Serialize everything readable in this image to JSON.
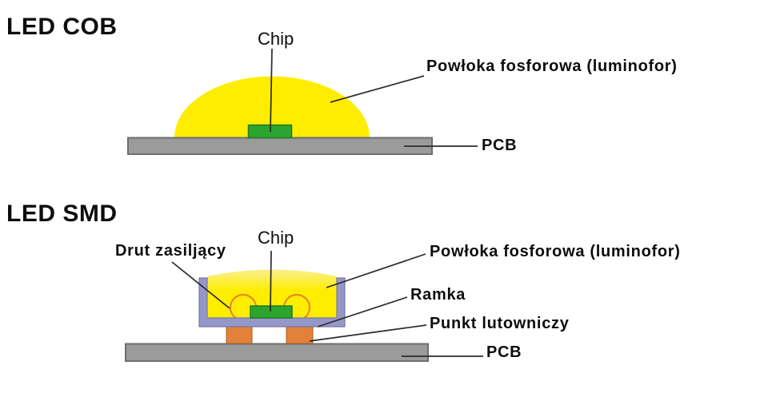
{
  "colors": {
    "yellow": "#FFED00",
    "phosphor_top": "#F8F0B6",
    "green": "#2CA52F",
    "green_border": "#1E7B22",
    "gray": "#9B9B9B",
    "gray_border": "#6E6E6E",
    "purple": "#9697C9",
    "purple_border": "#77789F",
    "orange": "#E2813A",
    "orange_border": "#A8601F",
    "wire_arc": "#E8802A",
    "pointer_line": "#2B2B2B",
    "text": "#0D0D0D"
  },
  "cob": {
    "title": "LED COB",
    "labels": {
      "chip": "Chip",
      "phosphor": "Powłoka fosforowa (luminofor)",
      "pcb": "PCB"
    }
  },
  "smd": {
    "title": "LED SMD",
    "labels": {
      "wire": "Drut zasiljący",
      "chip": "Chip",
      "phosphor": "Powłoka fosforowa (luminofor)",
      "frame": "Ramka",
      "solder": "Punkt lutowniczy",
      "pcb": "PCB"
    }
  }
}
